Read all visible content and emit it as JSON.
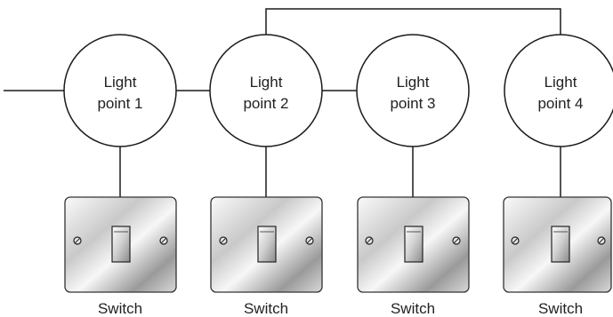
{
  "diagram": {
    "light_points": [
      {
        "line1": "Light",
        "line2": "point 1"
      },
      {
        "line1": "Light",
        "line2": "point 2"
      },
      {
        "line1": "Light",
        "line2": "point 3"
      },
      {
        "line1": "Light",
        "line2": "point 4"
      }
    ],
    "switches": [
      {
        "label": "Switch"
      },
      {
        "label": "Switch"
      },
      {
        "label": "Switch"
      },
      {
        "label": "Switch"
      }
    ],
    "colors": {
      "wire": "#1a1a1a",
      "circle_fill": "#ffffff",
      "plate_light": "#f4f4f4",
      "plate_dark": "#8e8e8e"
    }
  }
}
